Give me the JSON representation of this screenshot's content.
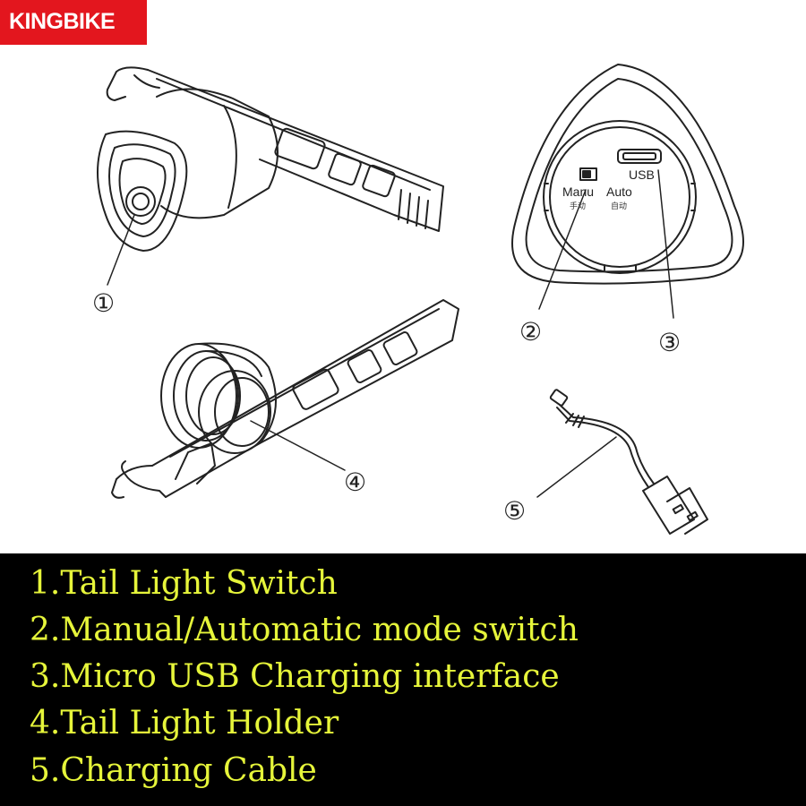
{
  "brand": {
    "name": "KINGBIKE",
    "color": "#e3161e"
  },
  "diagram": {
    "callouts": [
      "①",
      "②",
      "③",
      "④",
      "⑤"
    ],
    "switch_labels": {
      "manu": "Manu",
      "manu_cn": "手动",
      "auto": "Auto",
      "auto_cn": "自动",
      "usb": "USB"
    }
  },
  "legend": {
    "text_color": "#e6f53a",
    "items": [
      "1.Tail Light Switch",
      "2.Manual/Automatic mode switch",
      "3.Micro USB Charging interface",
      "4.Tail Light Holder",
      "5.Charging Cable"
    ]
  }
}
